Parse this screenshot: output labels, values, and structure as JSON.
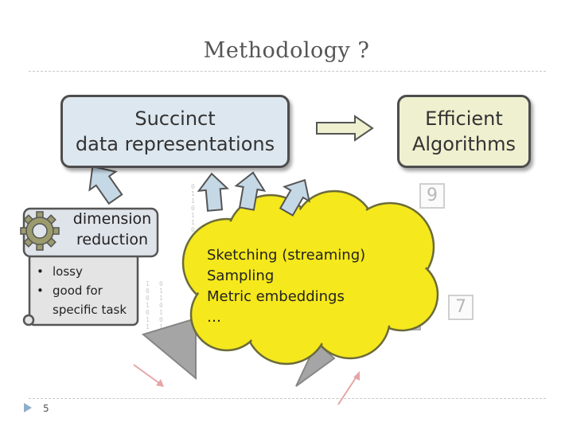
{
  "slide": {
    "title": "Methodology ?",
    "page_number": "5"
  },
  "boxes": {
    "succinct": "Succinct\ndata representations",
    "efficient": "Efficient\nAlgorithms"
  },
  "dimension_reduction": {
    "label": "dimension\nreduction",
    "bullets": [
      "lossy",
      "good for\nspecific task"
    ]
  },
  "cloud": {
    "lines": [
      "Sketching (streaming)",
      "Sampling",
      "Metric embeddings",
      "…"
    ]
  },
  "background_digits": [
    "9",
    "7"
  ],
  "colors": {
    "succinct_fill": "#dde7ef",
    "efficient_fill": "#eef0cf",
    "cloud_fill": "#f5e81c",
    "arrow_fill": "#c5d8e6",
    "gear_fill": "#9b9b6d"
  }
}
